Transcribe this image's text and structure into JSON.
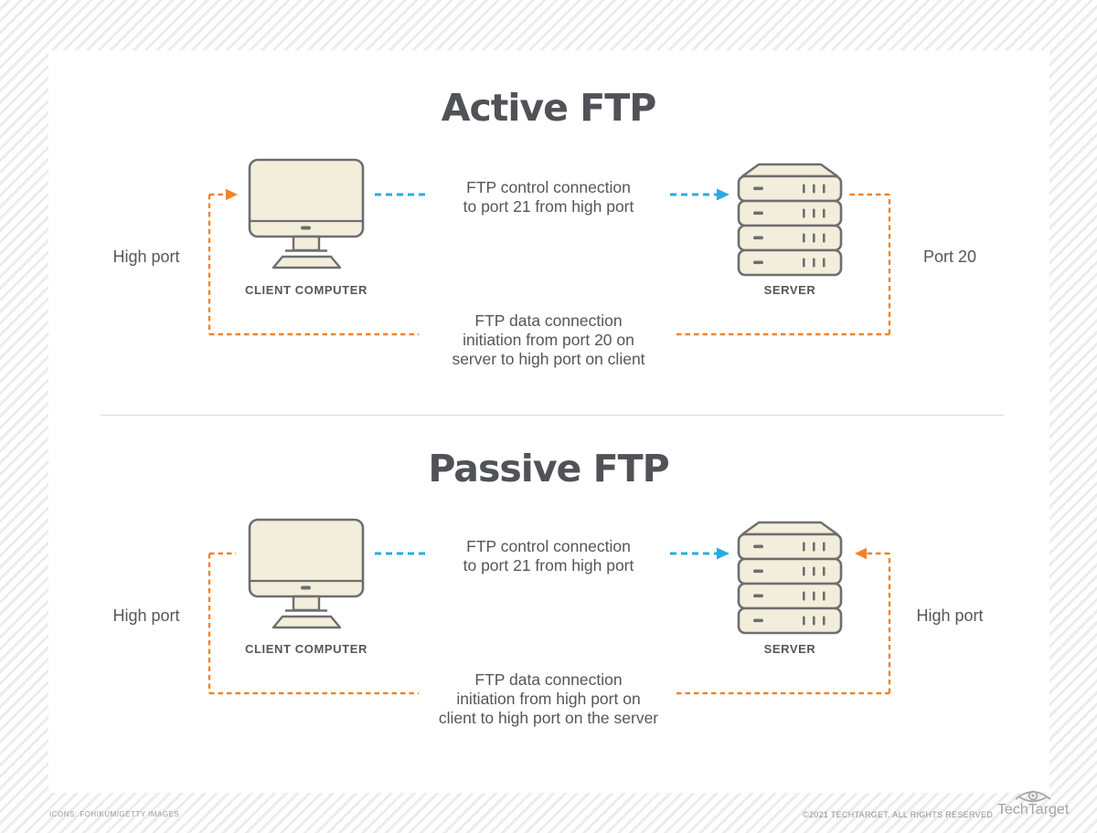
{
  "colors": {
    "orange_accent": "#f0832a",
    "blue_accent": "#29abe2",
    "icon_fill": "#f3eedb",
    "icon_stroke": "#6d6e71",
    "text_primary": "#55565a",
    "background_stripe": "#ececef",
    "card_background": "#ffffff"
  },
  "sections": [
    {
      "title": "Active FTP",
      "left_port_label": "High port",
      "right_port_label": "Port 20",
      "client_label": "CLIENT COMPUTER",
      "server_label": "SERVER",
      "control_lines": [
        "FTP control connection",
        "to port 21 from high port"
      ],
      "data_lines": [
        "FTP data connection",
        "initiation from port 20 on",
        "server to high port on client"
      ]
    },
    {
      "title": "Passive FTP",
      "left_port_label": "High port",
      "right_port_label": "High port",
      "client_label": "CLIENT COMPUTER",
      "server_label": "SERVER",
      "control_lines": [
        "FTP control connection",
        "to port 21 from high port"
      ],
      "data_lines": [
        "FTP data connection",
        "initiation from high port on",
        "client to high port on the server"
      ]
    }
  ],
  "footer": {
    "icons_credit": "ICONS: FOHIKUM/GETTY IMAGES",
    "copyright": "©2021 TECHTARGET. ALL RIGHTS RESERVED",
    "brand": "TechTarget"
  }
}
